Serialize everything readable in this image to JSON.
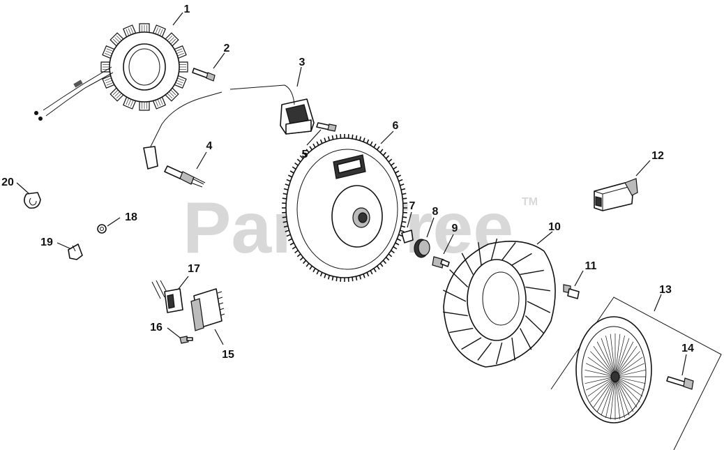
{
  "watermark": {
    "text": "PartsTree",
    "tm": "TM"
  },
  "callouts": [
    {
      "id": "c1",
      "label": "1"
    },
    {
      "id": "c2",
      "label": "2"
    },
    {
      "id": "c3",
      "label": "3"
    },
    {
      "id": "c4",
      "label": "4"
    },
    {
      "id": "c5",
      "label": "5"
    },
    {
      "id": "c6",
      "label": "6"
    },
    {
      "id": "c7",
      "label": "7"
    },
    {
      "id": "c8",
      "label": "8"
    },
    {
      "id": "c9",
      "label": "9"
    },
    {
      "id": "c10",
      "label": "10"
    },
    {
      "id": "c11",
      "label": "11"
    },
    {
      "id": "c12",
      "label": "12"
    },
    {
      "id": "c13",
      "label": "13"
    },
    {
      "id": "c14",
      "label": "14"
    },
    {
      "id": "c15",
      "label": "15"
    },
    {
      "id": "c16",
      "label": "16"
    },
    {
      "id": "c17",
      "label": "17"
    },
    {
      "id": "c18",
      "label": "18"
    },
    {
      "id": "c19",
      "label": "19"
    },
    {
      "id": "c20",
      "label": "20"
    }
  ]
}
